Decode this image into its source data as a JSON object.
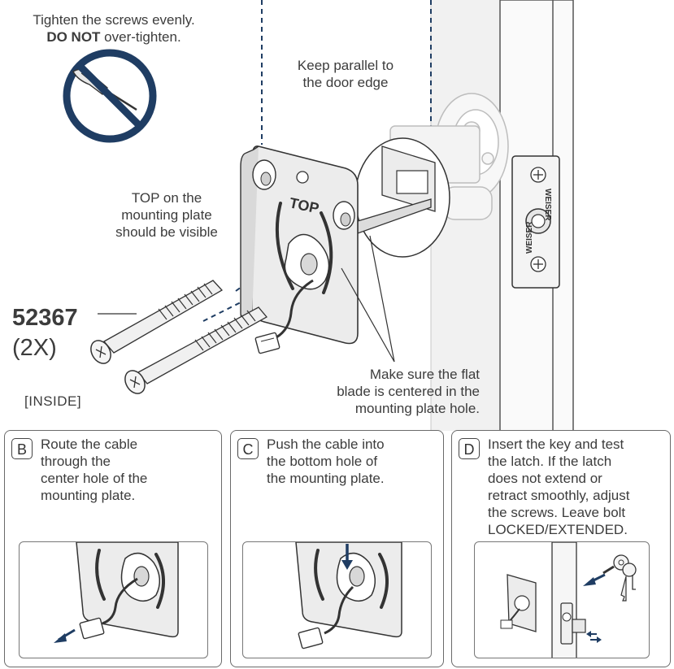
{
  "main": {
    "caution_text": "Tighten the screws evenly.",
    "caution_emph": "DO NOT",
    "caution_rest": "over-tighten.",
    "parallel_line1": "Keep parallel to",
    "parallel_line2": "the door edge",
    "top_line1": "TOP on the",
    "top_line2": "mounting plate",
    "top_line3": "should be visible",
    "plate_label": "TOP",
    "part_number": "52367",
    "part_qty": "(2X)",
    "inside_label": "[INSIDE]",
    "blade_line1": "Make sure the flat",
    "blade_line2": "blade is centered in the",
    "blade_line3": "mounting plate hole.",
    "latch_brand": "WEISER"
  },
  "steps": [
    {
      "letter": "B",
      "lines": [
        "Route the cable",
        "through the",
        "center hole of the",
        "mounting plate."
      ]
    },
    {
      "letter": "C",
      "lines": [
        "Push the cable into",
        "the bottom hole of",
        "the mounting plate."
      ]
    },
    {
      "letter": "D",
      "lines": [
        "Insert the key and test",
        "the latch. If the latch",
        "does not extend or",
        "retract smoothly, adjust",
        "the screws. Leave bolt",
        "LOCKED/EXTENDED."
      ]
    }
  ],
  "colors": {
    "accent": "#1f3d63",
    "line": "#3a3a3a",
    "door": "#f2f2f2"
  },
  "icons": [
    "no-overtighten-icon",
    "screwdriver-icon",
    "arrow-icon",
    "key-icon"
  ]
}
